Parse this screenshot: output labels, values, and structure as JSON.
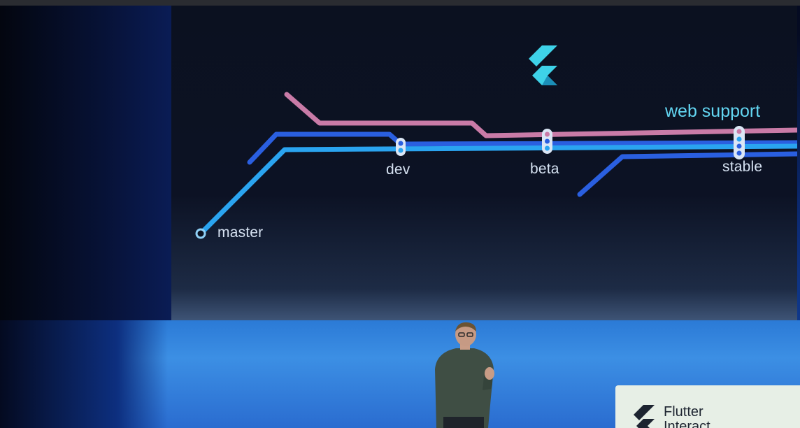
{
  "slide": {
    "title": "web support",
    "logo_icon": "flutter-logo-icon",
    "channels": [
      {
        "name": "master"
      },
      {
        "name": "dev"
      },
      {
        "name": "beta"
      },
      {
        "name": "stable"
      }
    ],
    "colors": {
      "background": "#0b1120",
      "pink_line": "#c97ba7",
      "blue_line": "#2a5fe0",
      "cyan_line": "#2aa4f0",
      "title": "#63d6f2",
      "label": "#d6e2f2"
    }
  },
  "badge": {
    "line1": "Flutter",
    "line2": "Interact"
  }
}
